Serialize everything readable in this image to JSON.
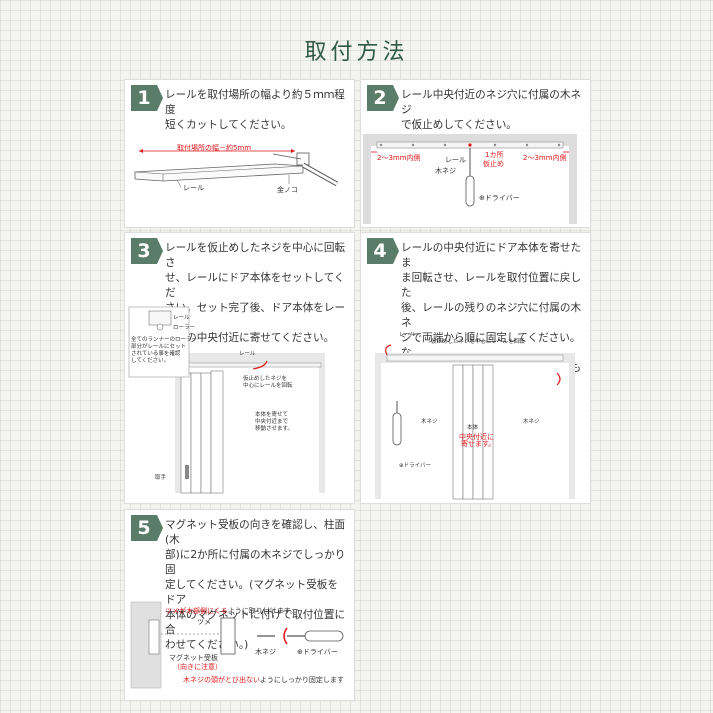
{
  "title": "取付方法",
  "colors": {
    "accent": "#5a7d69",
    "title": "#2e5a46",
    "red": "#e01818"
  },
  "steps": [
    {
      "num": "1",
      "text": "レールを取付場所の幅より約５ｍｍ程度\n短くカットしてください。",
      "labels": {
        "width": "取付場所の幅－約5mm",
        "rail": "レール",
        "saw": "金ノコ"
      }
    },
    {
      "num": "2",
      "text": "レール中央付近のネジ穴に付属の木ネジ\nで仮止めしてください。",
      "labels": {
        "left": "2～3mm内側",
        "right": "2～3mm内側",
        "rail": "レール",
        "screw": "木ネジ",
        "center": "1カ所\n仮止め",
        "driver": "⊕ドライバー"
      }
    },
    {
      "num": "3",
      "text": "レールを仮止めしたネジを中心に回転さ\nせ、レールにドア本体をセットしてくだ\nさい。セット完了後、ドア本体をレール\n全体の中央付近に寄せてください。",
      "labels": {
        "rail": "レール",
        "roller": "ローラー",
        "note": "全てのランナーのローラー\n部分がレールにセット\nされている事を確認\nしてください。",
        "rail2": "レール",
        "rotate": "仮止めしたネジを\n中心にレールを回転",
        "body": "本体を寄せて\n中央付近まで\n移動させます。",
        "handle": "取手"
      }
    },
    {
      "num": "4",
      "text": "レールの中央付近にドア本体を寄せたま\nま回転させ、レールを取付位置に戻した\n後、レールの残りのネジ穴に付属の木ネ\nジで両端から順に固定してください。な\nお、中央付近に仮止めされた木ネジも忘\nれずにしっかり締めてください。",
      "labels": {
        "rail": "レール",
        "rotate": "仮止めしたネジを中心にレールを回転",
        "screw_l": "木ネジ",
        "body": "本体",
        "center": "中央付近に\n寄せます。",
        "screw_r": "木ネジ",
        "driver": "⊕ドライバー"
      }
    },
    {
      "num": "5",
      "text": "マグネット受板の向きを確認し、柱面(木\n部)に2か所に付属の木ネジでしっかり固\n定してください。(マグネット受板をドア\n本体のマグネットに付けて取付位置に合\nわせてください。)",
      "labels": {
        "tip_red": "ツメが木部側にくる",
        "tip_rest": "ように取り付けます。",
        "claw": "ツメ",
        "plate": "マグネット受板",
        "plate_note": "（向きに注意）",
        "screw": "木ネジ",
        "driver": "⊕ドライバー",
        "warn_red": "木ネジの頭がとび出ない",
        "warn_rest": "ようにしっかり固定します"
      }
    }
  ]
}
